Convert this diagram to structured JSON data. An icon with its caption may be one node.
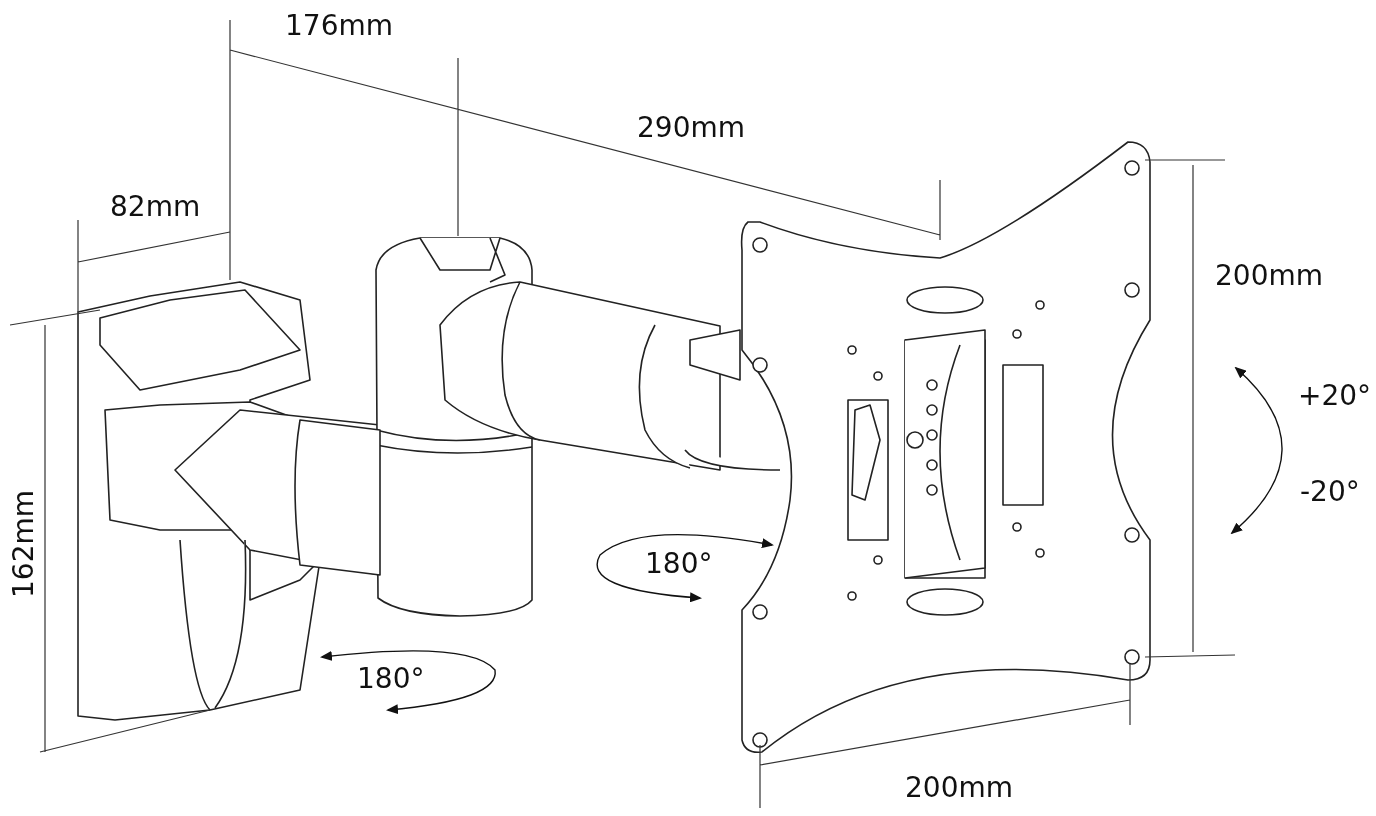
{
  "diagram": {
    "labels": [
      "176mm",
      "290mm",
      "82mm",
      "200mm",
      "+20°",
      "-20°",
      "162mm",
      "180°",
      "180°",
      "200mm"
    ]
  }
}
